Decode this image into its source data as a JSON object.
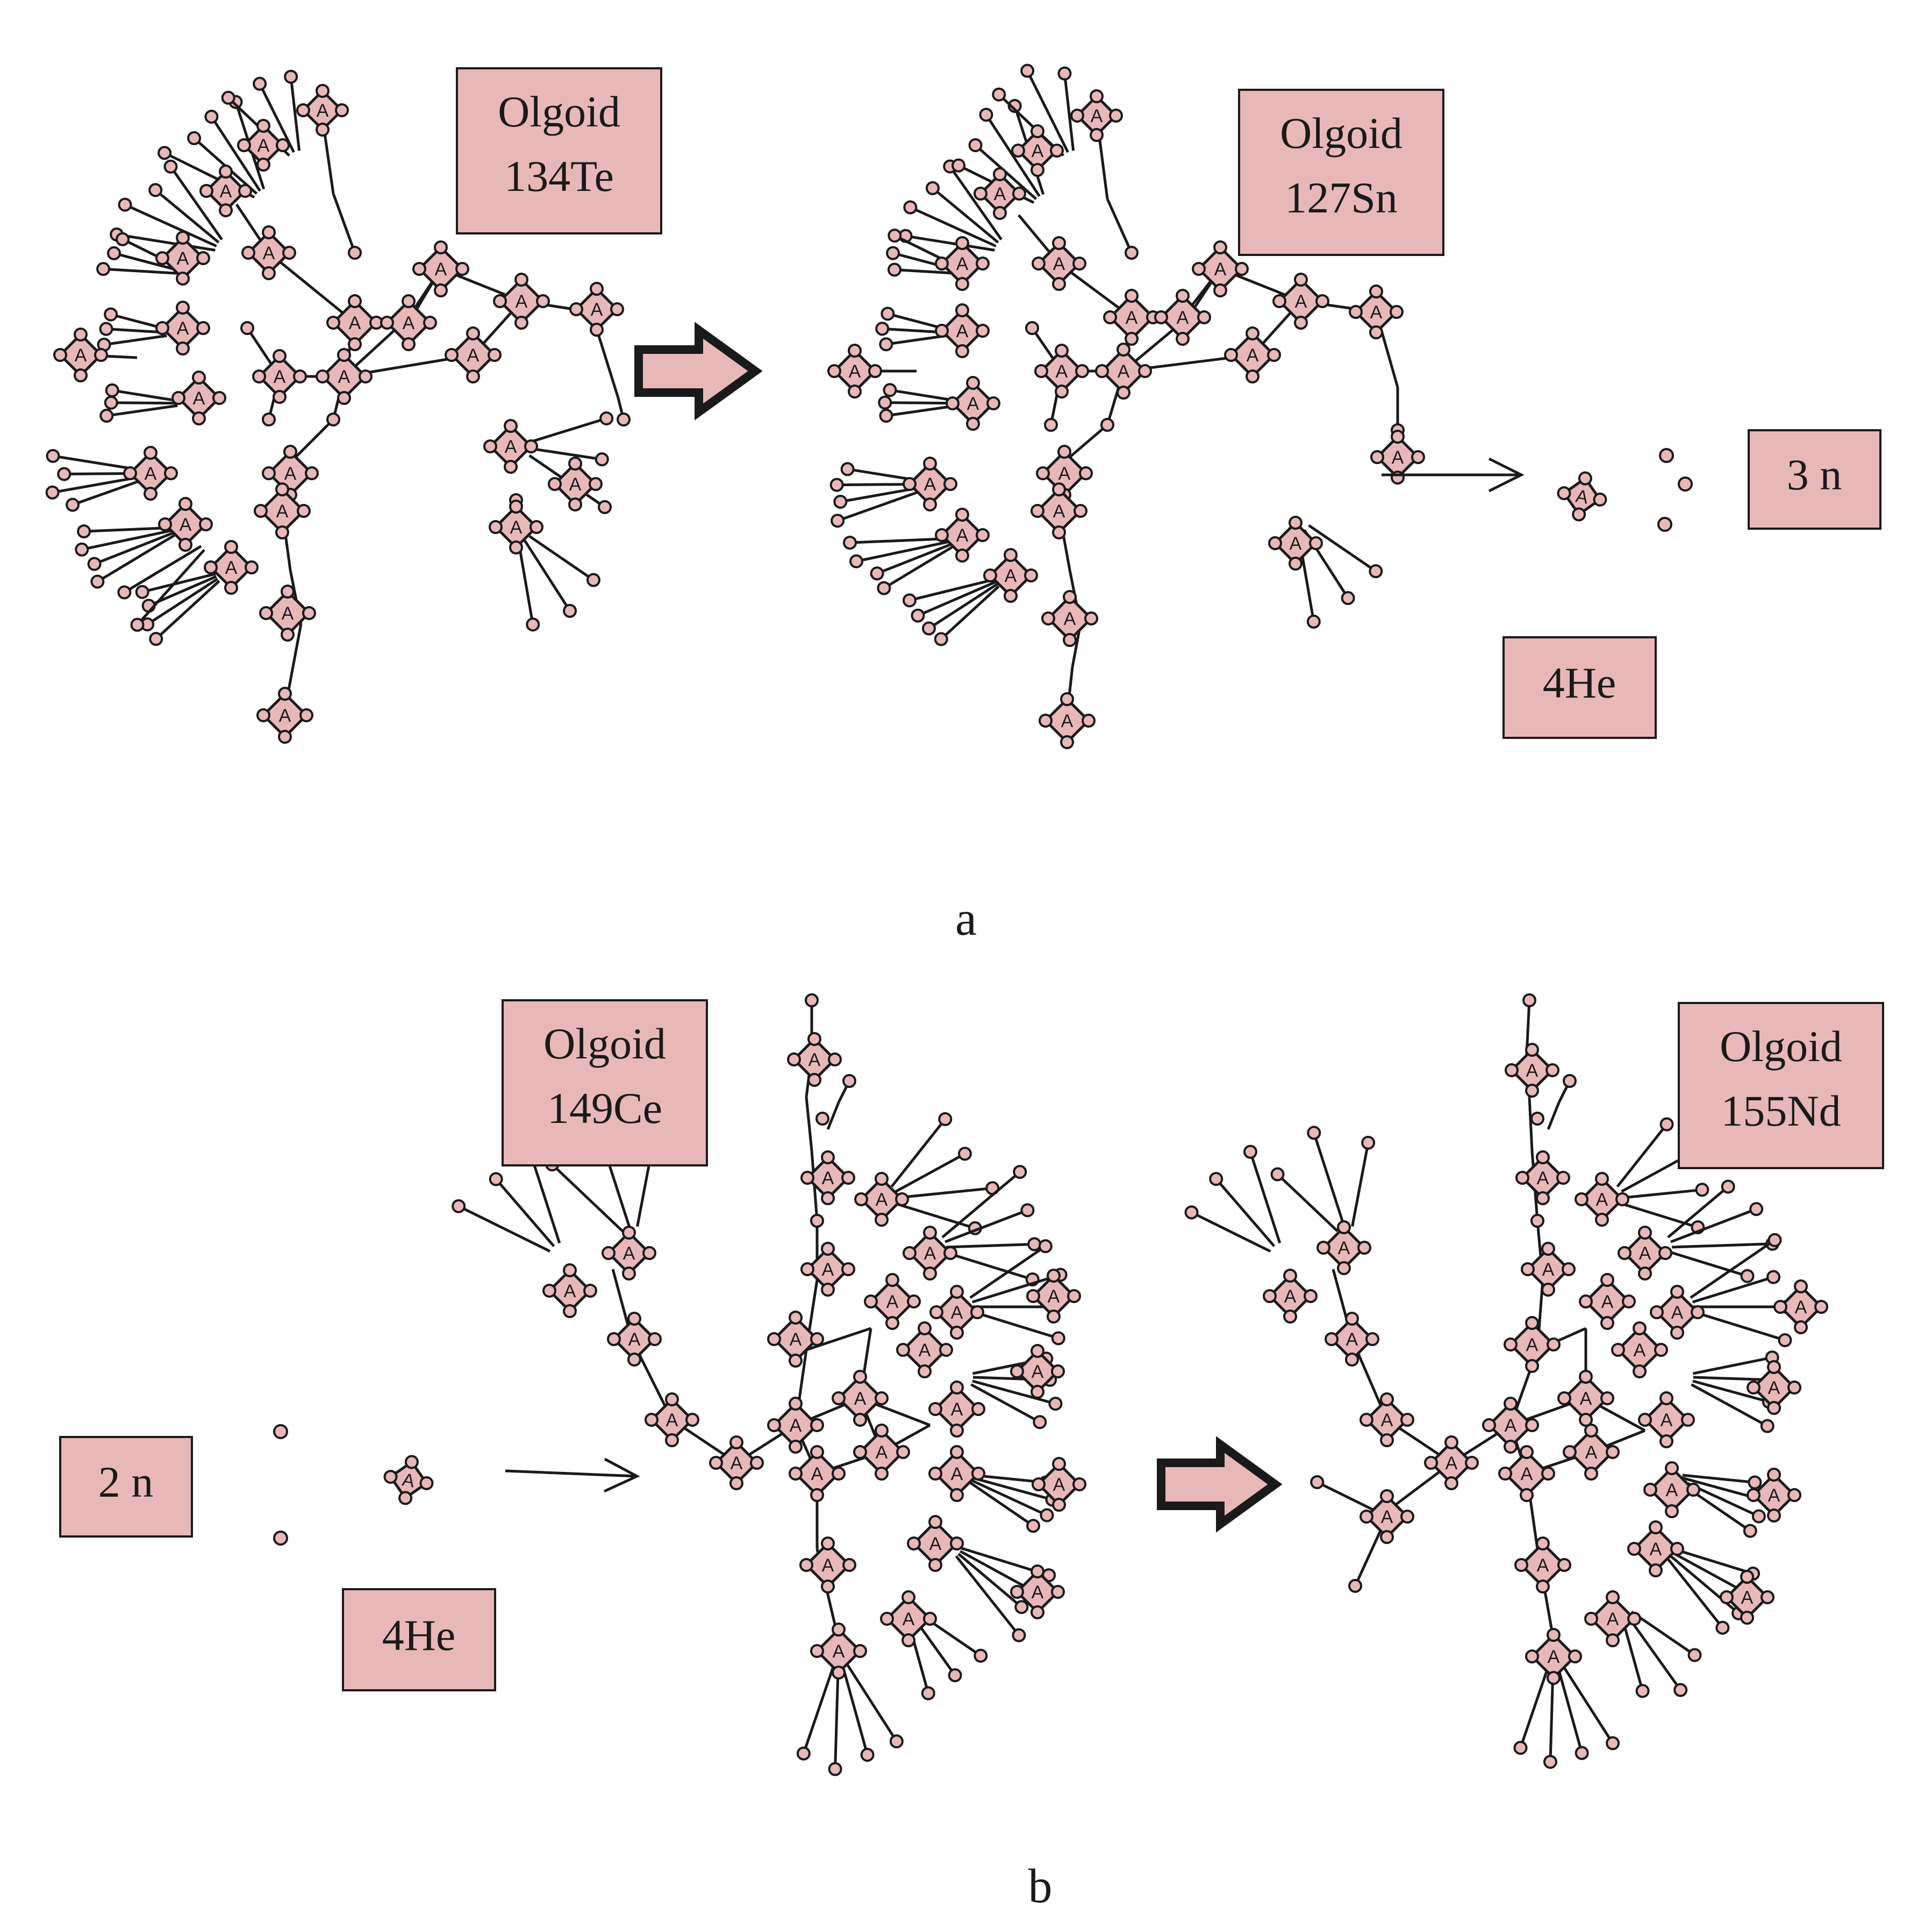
{
  "colors": {
    "fill": "#e8b8b8",
    "stroke": "#1a1a1a",
    "background": "#ffffff"
  },
  "panel_a": {
    "caption": "a",
    "parent": {
      "title": "Olgoid",
      "nucleus": "134Te"
    },
    "product": {
      "title": "Olgoid",
      "nucleus": "127Sn"
    },
    "neutrons": "3 n",
    "alpha": "4He",
    "core_label": "A"
  },
  "panel_b": {
    "caption": "b",
    "neutrons": "2 n",
    "alpha": "4He",
    "target": {
      "title": "Olgoid",
      "nucleus": "149Ce"
    },
    "product": {
      "title": "Olgoid",
      "nucleus": "155Nd"
    },
    "core_label": "A"
  }
}
